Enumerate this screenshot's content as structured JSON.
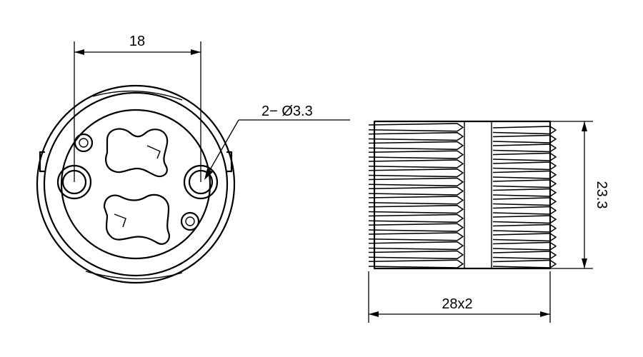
{
  "dimensions": {
    "pin_spacing": "18",
    "hole_note": "2− Ø3.3",
    "height": "23.3",
    "thread": "28x2"
  }
}
